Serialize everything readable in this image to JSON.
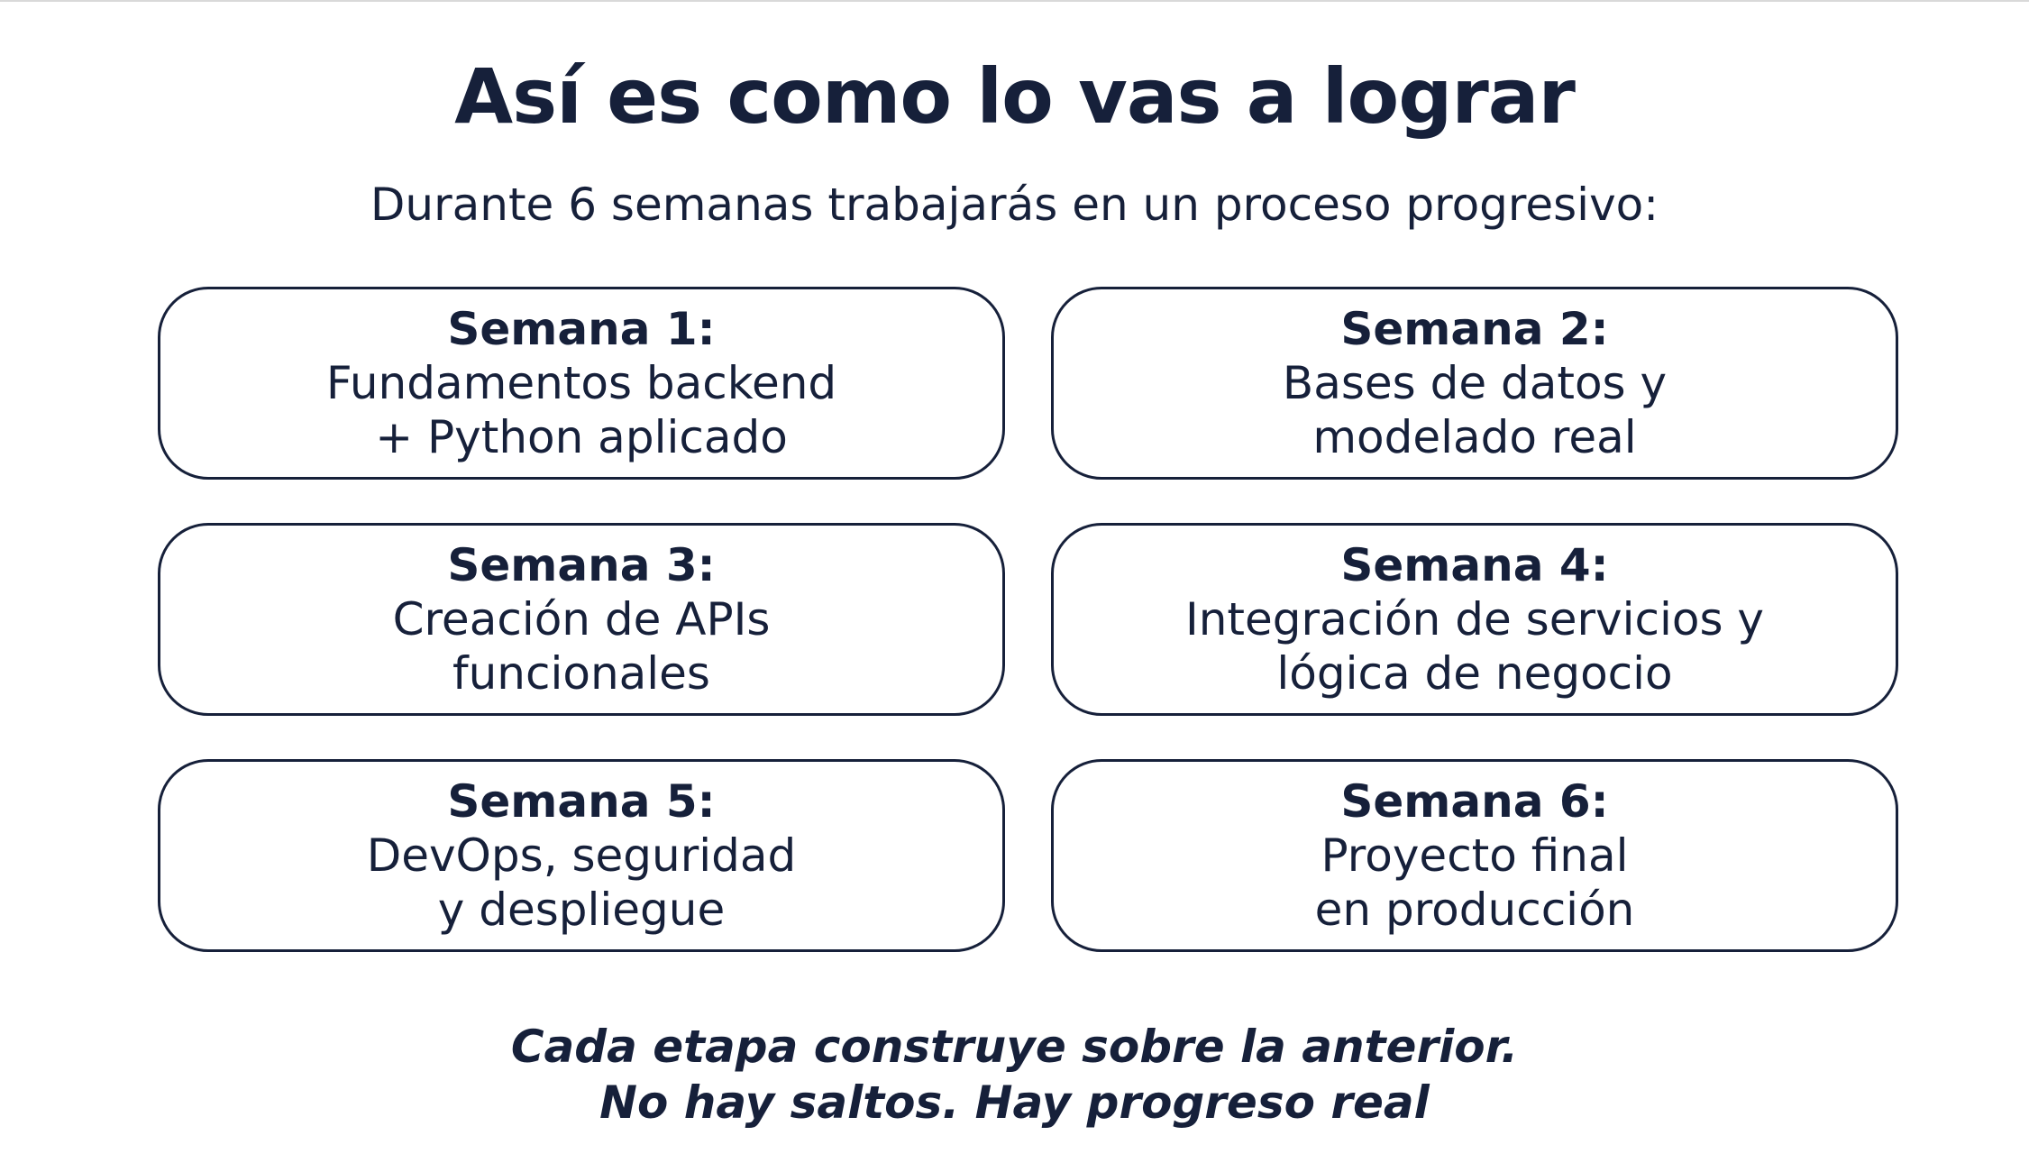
{
  "header": {
    "title": "Así es como lo vas a lograr",
    "subtitle": "Durante 6 semanas trabajarás en un proceso progresivo:"
  },
  "weeks": [
    {
      "label": "Semana 1:",
      "line1": "Fundamentos backend",
      "line2": "+ Python aplicado"
    },
    {
      "label": "Semana 2:",
      "line1": "Bases de datos y",
      "line2": "modelado real"
    },
    {
      "label": "Semana 3:",
      "line1": "Creación de APIs",
      "line2": "funcionales"
    },
    {
      "label": "Semana 4:",
      "line1": "Integración de servicios y",
      "line2": "lógica de negocio"
    },
    {
      "label": "Semana 5:",
      "line1": "DevOps, seguridad",
      "line2": "y despliegue"
    },
    {
      "label": "Semana 6:",
      "line1": "Proyecto final",
      "line2": "en producción"
    }
  ],
  "closing": {
    "line1": "Cada etapa construye sobre la anterior.",
    "line2": "No hay saltos. Hay progreso real"
  },
  "colors": {
    "text": "#16203a",
    "background": "#ffffff",
    "card_border": "#16203a"
  }
}
